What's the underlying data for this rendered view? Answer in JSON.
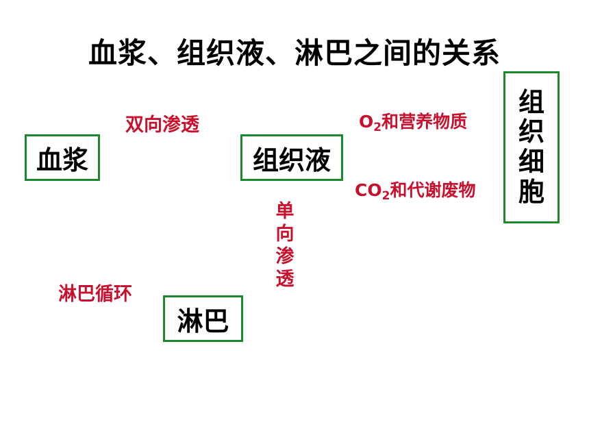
{
  "title": "血浆、组织液、淋巴之间的关系",
  "boxes": {
    "plasma": "血浆",
    "tissue_fluid": "组织液",
    "lymph": "淋巴",
    "tissue_cells": [
      "组",
      "织",
      "细",
      "胞"
    ]
  },
  "labels": {
    "two_way": "双向渗透",
    "one_way": [
      "单",
      "向",
      "渗",
      "透"
    ],
    "lymph_circulation": "淋巴循环",
    "o2_prefix": "O",
    "o2_sub": "2",
    "o2_rest": "和营养物质",
    "co2_prefix": "CO",
    "co2_sub": "2",
    "co2_rest": "和代谢废物"
  },
  "colors": {
    "box_border": "#1a8a2e",
    "label_text": "#c8102e",
    "title_text": "#000000"
  }
}
